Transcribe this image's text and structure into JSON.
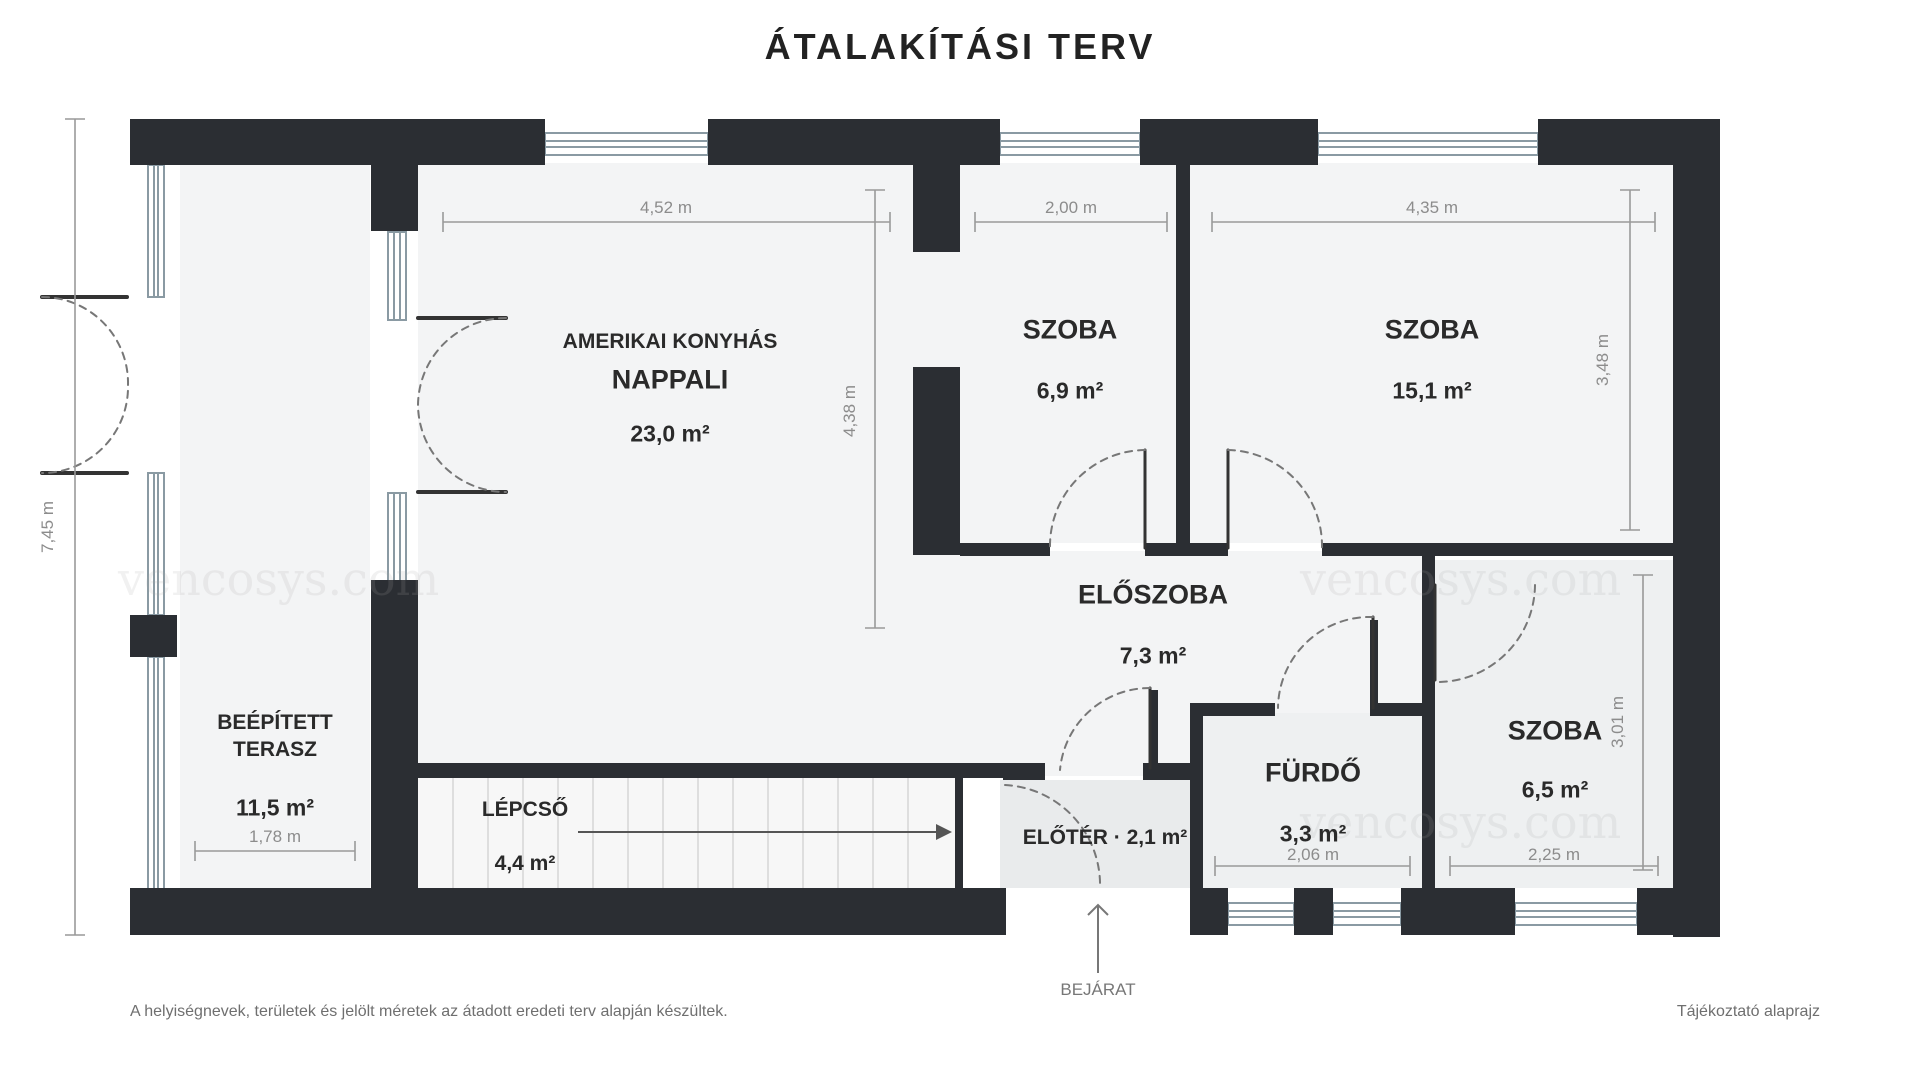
{
  "title": "ÁTALAKÍTÁSI TERV",
  "colors": {
    "wall": "#2b2e33",
    "window": "#8a9aa3",
    "floor": "#f3f4f5",
    "dim_line": "#999999",
    "door_swing": "#777777"
  },
  "rooms": {
    "living": {
      "name_line1": "AMERIKAI KONYHÁS",
      "name_line2": "NAPPALI",
      "area": "23,0 m²"
    },
    "room_small": {
      "name": "SZOBA",
      "area": "6,9 m²"
    },
    "room_large": {
      "name": "SZOBA",
      "area": "15,1 m²"
    },
    "hall": {
      "name": "ELŐSZOBA",
      "area": "7,3 m²"
    },
    "terrace": {
      "name_line1": "BEÉPÍTETT",
      "name_line2": "TERASZ",
      "area": "11,5 m²"
    },
    "stairs": {
      "name": "LÉPCSŐ",
      "area": "4,4 m²"
    },
    "vestibule": {
      "label": "ELŐTÉR · 2,1 m²"
    },
    "bath": {
      "name": "FÜRDŐ",
      "area": "3,3 m²"
    },
    "room_right": {
      "name": "SZOBA",
      "area": "6,5 m²"
    }
  },
  "dimensions": {
    "living_width": "4,52 m",
    "small_room_width": "2,00 m",
    "large_room_width": "4,35 m",
    "living_depth": "4,38 m",
    "large_room_depth": "3,48 m",
    "total_depth": "7,45 m",
    "terrace_width": "1,78 m",
    "bath_width": "2,06 m",
    "right_room_width": "2,25 m",
    "right_room_depth": "3,01 m"
  },
  "entrance": "BEJÁRAT",
  "footer": {
    "note": "A helyiségnevek, területek és jelölt méretek az átadott eredeti terv alapján készültek.",
    "right": "Tájékoztató alaprajz"
  },
  "watermark": "vencosys.com"
}
